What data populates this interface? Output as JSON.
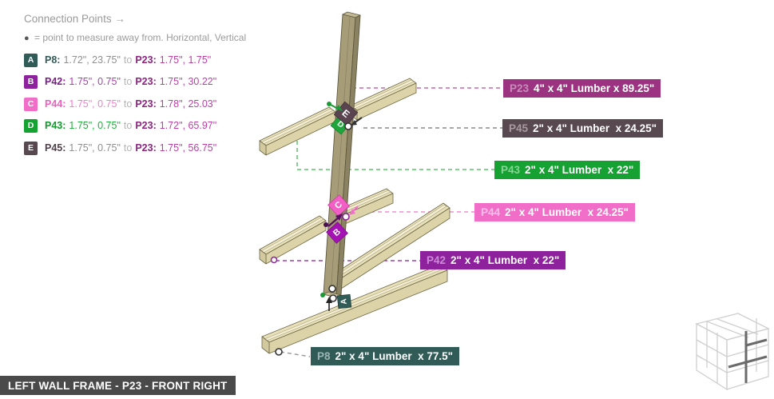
{
  "header": {
    "title": "Connection Points →",
    "legend_bullet": "●",
    "legend_text": "= point to measure away from. Horizontal, Vertical"
  },
  "connections": [
    {
      "letter": "A",
      "badge_bg": "#305B57",
      "from_part": "P8:",
      "from_color": "#305B57",
      "from_vals": "1.72\", 23.75\"",
      "from_vals_color": "#8f8f8f",
      "to_word": "to",
      "to_part": "P23:",
      "to_part_color": "#8E2482",
      "to_vals": "1.75\", 1.75\"",
      "to_vals_color": "#BB3FA6"
    },
    {
      "letter": "B",
      "badge_bg": "#8E219C",
      "from_part": "P42:",
      "from_color": "#7C1D8A",
      "from_vals": "1.75\", 0.75\"",
      "from_vals_color": "#AB3FB3",
      "to_word": "to",
      "to_part": "P23:",
      "to_part_color": "#8E2482",
      "to_vals": "1.75\", 30.22\"",
      "to_vals_color": "#BB3FA6"
    },
    {
      "letter": "C",
      "badge_bg": "#F06EC7",
      "from_part": "P44:",
      "from_color": "#F05FC3",
      "from_vals": "1.75\", 0.75\"",
      "from_vals_color": "#F07ECB",
      "to_word": "to",
      "to_part": "P23:",
      "to_part_color": "#8E2482",
      "to_vals": "1.78\", 25.03\"",
      "to_vals_color": "#BB3FA6"
    },
    {
      "letter": "D",
      "badge_bg": "#16A232",
      "from_part": "P43:",
      "from_color": "#14992E",
      "from_vals": "1.75\", 0.75\"",
      "from_vals_color": "#1FAE3C",
      "to_word": "to",
      "to_part": "P23:",
      "to_part_color": "#8E2482",
      "to_vals": "1.72\", 65.97\"",
      "to_vals_color": "#BB3FA6"
    },
    {
      "letter": "E",
      "badge_bg": "#584850",
      "from_part": "P45:",
      "from_color": "#50414A",
      "from_vals": "1.75\", 0.75\"",
      "from_vals_color": "#8F8F8F",
      "to_word": "to",
      "to_part": "P23:",
      "to_part_color": "#8E2482",
      "to_vals": "1.75\", 56.75\"",
      "to_vals_color": "#BB3FA6"
    }
  ],
  "part_labels": [
    {
      "id": "P23",
      "text": "4\" x 4\" Lumber x 89.25\"",
      "bg": "#9C3380",
      "prefix_color": "#C98BBC",
      "leader_color": "#CC66B0"
    },
    {
      "id": "P45",
      "text": "2\" x 4\" Lumber  x 24.25\"",
      "bg": "#584850",
      "prefix_color": "#A89AA0",
      "leader_color": "#8A8A8A"
    },
    {
      "id": "P43",
      "text": "2\" x 4\" Lumber  x 22\"",
      "bg": "#16A232",
      "prefix_color": "#84D694",
      "leader_color": "#5FC26F"
    },
    {
      "id": "P44",
      "text": "2\" x 4\" Lumber  x 24.25\"",
      "bg": "#F06EC7",
      "prefix_color": "#F9C0E8",
      "leader_color": "#F08ED2"
    },
    {
      "id": "P42",
      "text": "2\" x 4\" Lumber  x 22\"",
      "bg": "#8E219C",
      "prefix_color": "#C88BD4",
      "leader_color": "#A23FB2"
    },
    {
      "id": "P8",
      "text": "2\" x 4\" Lumber  x 77.5\"",
      "bg": "#305B57",
      "prefix_color": "#9CB5B2",
      "leader_color": "#9A9A9A"
    }
  ],
  "footer": {
    "label": "LEFT WALL FRAME - P23 - FRONT RIGHT",
    "bg": "#4A4A4A"
  }
}
